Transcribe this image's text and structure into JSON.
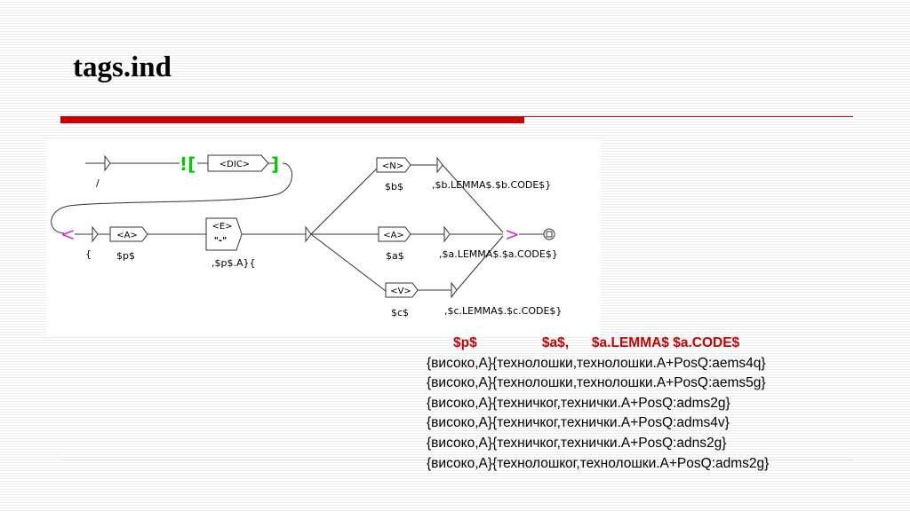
{
  "slide": {
    "title": "tags.ind"
  },
  "graph": {
    "boxes": {
      "dic": "<DIC>",
      "n": "<N>",
      "a_left": "<A>",
      "e": "<E>",
      "e_sub": "\"-\"",
      "a_mid": "<A>",
      "v": "<V>"
    },
    "labels": {
      "neg_open": "![",
      "neg_close": "]",
      "slash": "/",
      "ctx_open": "<",
      "ctx_close": ">",
      "brace": "{",
      "var_p": "$p$",
      "out_e": ",$p$.A}{",
      "var_b": "$b$",
      "out_b": ",$b.LEMMA$.$b.CODE$}",
      "var_a": "$a$",
      "out_a": ",$a.LEMMA$.$a.CODE$}",
      "var_c": "$c$",
      "out_c": ",$c.LEMMA$.$c.CODE$}"
    },
    "colors": {
      "negation": "#00cc00",
      "context": "#cc33cc",
      "lines": "#333333"
    }
  },
  "output": {
    "header": "$p$                 $a$,      $a.LEMMA$ $a.CODE$",
    "rows": [
      "{високо,A}{технолошки,технолошки.A+PosQ:aems4q}",
      "{високо,A}{технолошки,технолошки.A+PosQ:aems5g}",
      "{високо,A}{техничкoг,технички.A+PosQ:adms2g}",
      "{високо,A}{техничкoг,технички.A+PosQ:adms4v}",
      "{високо,A}{техничкoг,технички.A+PosQ:adns2g}",
      "{високо,A}{технолошкoг,технолошки.A+PosQ:adms2g}"
    ]
  }
}
